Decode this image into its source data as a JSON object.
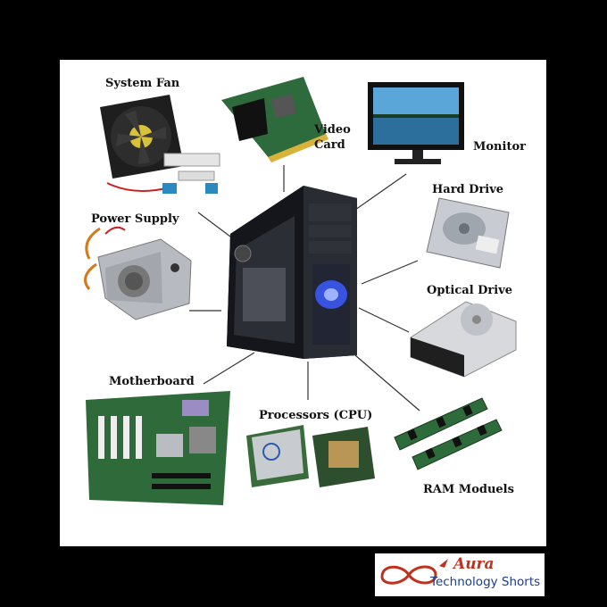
{
  "labels": {
    "system_fan": "System Fan",
    "video_card_line1": "Video",
    "video_card_line2": "Card",
    "monitor": "Monitor",
    "hard_drive": "Hard Drive",
    "power_supply": "Power Supply",
    "optical_drive": "Optical Drive",
    "motherboard": "Motherboard",
    "processors": "Processors (CPU)",
    "ram_modules": "RAM Moduels"
  },
  "logo": {
    "line1": "Aura",
    "line2": "Technology Shorts"
  },
  "colors": {
    "frame": "#000000",
    "panel": "#ffffff",
    "case": "#1b1c22",
    "case_led": "#3b5cff",
    "board_green": "#2f6b3a",
    "logo_red": "#c0311e",
    "logo_blue": "#1b3c8f"
  }
}
